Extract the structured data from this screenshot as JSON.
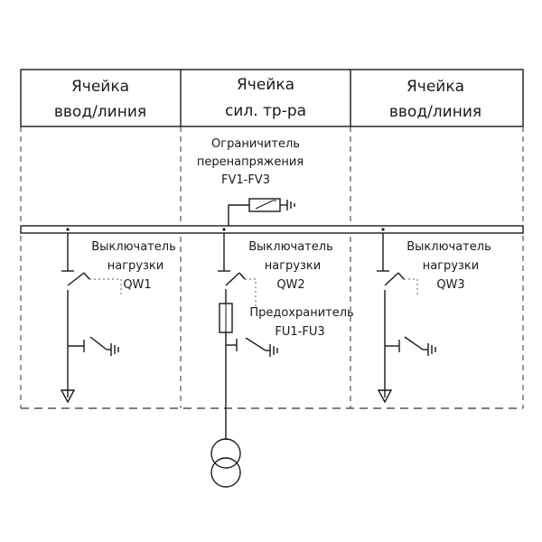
{
  "header": {
    "cells": [
      {
        "line1": "Ячейка",
        "line2": "ввод/линия"
      },
      {
        "line1": "Ячейка",
        "line2": "сил. тр-ра"
      },
      {
        "line1": "Ячейка",
        "line2": "ввод/линия"
      }
    ]
  },
  "surge_arrester": {
    "line1": "Ограничитель",
    "line2": "перенапряжения",
    "line3": "FV1-FV3"
  },
  "switches": [
    {
      "line1": "Выключатель",
      "line2": "нагрузки",
      "line3": "QW1"
    },
    {
      "line1": "Выключатель",
      "line2": "нагрузки",
      "line3": "QW2"
    },
    {
      "line1": "Выключатель",
      "line2": "нагрузки",
      "line3": "QW3"
    }
  ],
  "fuse": {
    "line1": "Предохранитель",
    "line2": "FU1-FU3"
  }
}
